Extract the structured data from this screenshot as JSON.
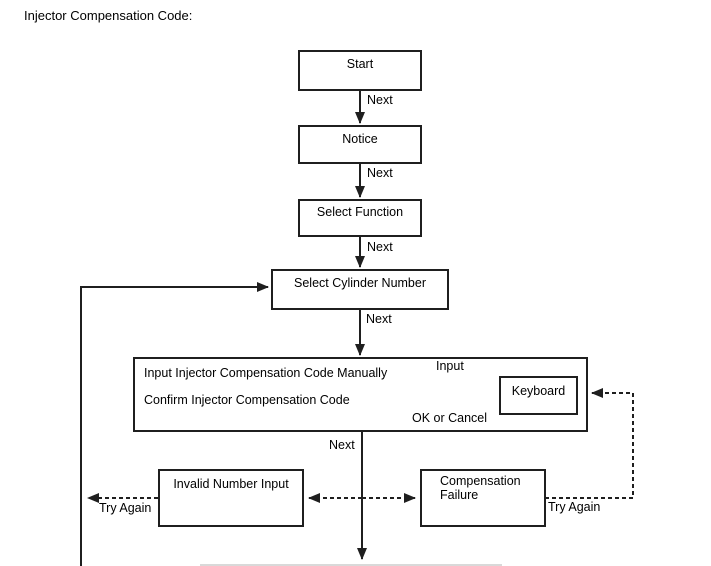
{
  "page": {
    "title": "Injector Compensation Code:"
  },
  "nodes": {
    "start": "Start",
    "notice": "Notice",
    "select_function": "Select Function",
    "select_cylinder_number": "Select Cylinder Number",
    "input_manual": "Input Injector Compensation Code Manually",
    "confirm_code": "Confirm Injector Compensation Code",
    "keyboard": "Keyboard",
    "invalid_number_input": "Invalid Number Input",
    "compensation_failure": "Compensation Failure"
  },
  "labels": {
    "next": "Next",
    "input": "Input",
    "ok_or_cancel": "OK or Cancel",
    "try_again": "Try Again"
  },
  "colors": {
    "line": "#1f1f1f",
    "text": "#000000",
    "background": "#ffffff",
    "cutoff_edge": "#d9d9d9"
  }
}
